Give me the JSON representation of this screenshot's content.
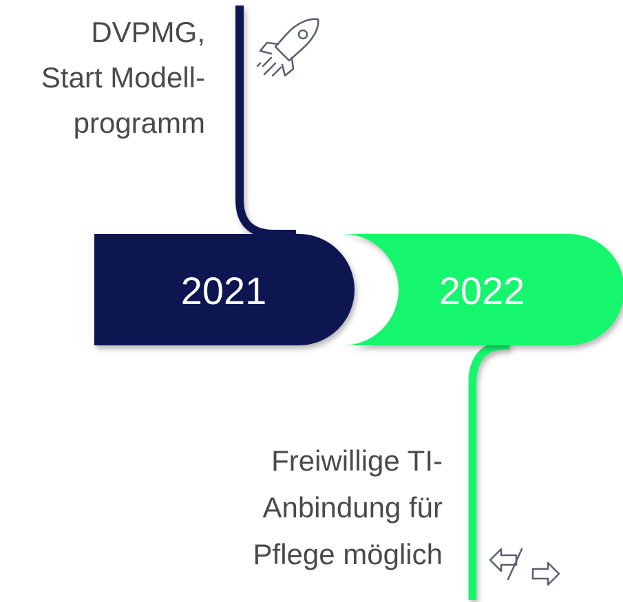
{
  "colors": {
    "navy": "#0b1551",
    "green": "#17f56e",
    "icon_gray": "#5a6170",
    "text_gray": "#4a4a4a"
  },
  "milestones": [
    {
      "year": "2021",
      "text_lines": [
        "DVPMG,",
        "Start Modell-",
        "programm"
      ],
      "icon": "rocket-icon",
      "color": "#0b1551"
    },
    {
      "year": "2022",
      "text_lines": [
        "Freiwillige TI-",
        "Anbindung für",
        "Pflege möglich"
      ],
      "icon": "exchange-arrows-icon",
      "color": "#17f56e"
    }
  ]
}
